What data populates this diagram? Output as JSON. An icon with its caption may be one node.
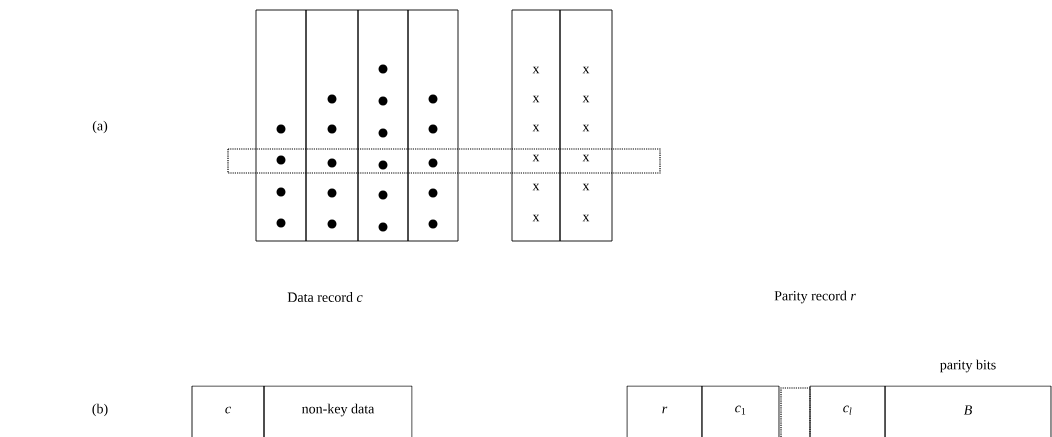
{
  "diagram": {
    "nodes": [
      {
        "text": [],
        "shape": "box"
      },
      {
        "text": [],
        "shape": "box"
      },
      {
        "text": [],
        "shape": "box"
      },
      {
        "text": [],
        "shape": "box"
      },
      {
        "text": [
          "x",
          "x",
          "x",
          "x",
          "x",
          "x"
        ]
      },
      {
        "text": [
          "x",
          "x",
          "x",
          "x",
          "x",
          "x"
        ]
      },
      {
        "text": [
          "c"
        ]
      },
      {
        "text": [
          "non-key data"
        ]
      },
      {
        "text": [
          "r"
        ]
      },
      {
        "text": [
          "*c*$_{1}$"
        ]
      },
      {
        "text": [],
        "shape": "box"
      },
      {
        "text": [
          "c$_{l}$"
        ]
      },
      {
        "text": [
          "parity bits",
          "B"
        ]
      }
    ],
    "edges": [],
    "labels": [
      "(a)",
      "Data record *c*",
      "Parity record *r*",
      "(b)"
    ]
  }
}
